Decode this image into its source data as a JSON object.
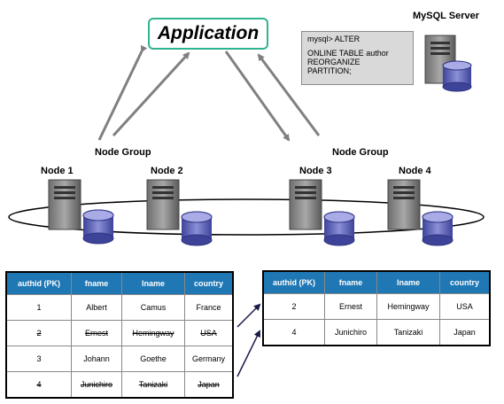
{
  "application_label": "Application",
  "server": {
    "title": "MySQL Server",
    "sql_lines": [
      "mysql> ALTER",
      "ONLINE TABLE author",
      "REORGANIZE",
      "PARTITION;"
    ]
  },
  "node_groups": [
    "Node Group",
    "Node Group"
  ],
  "nodes": [
    "Node 1",
    "Node 2",
    "Node 3",
    "Node 4"
  ],
  "tables": {
    "left": {
      "headers": [
        "authid (PK)",
        "fname",
        "lname",
        "country"
      ],
      "rows": [
        {
          "cells": [
            "1",
            "Albert",
            "Camus",
            "France"
          ],
          "struck": false
        },
        {
          "cells": [
            "2",
            "Ernest",
            "Hemingway",
            "USA"
          ],
          "struck": true
        },
        {
          "cells": [
            "3",
            "Johann",
            "Goethe",
            "Germany"
          ],
          "struck": false
        },
        {
          "cells": [
            "4",
            "Junichiro",
            "Tanizaki",
            "Japan"
          ],
          "struck": true
        }
      ]
    },
    "right": {
      "headers": [
        "authid (PK)",
        "fname",
        "lname",
        "country"
      ],
      "rows": [
        {
          "cells": [
            "2",
            "Ernest",
            "Hemingway",
            "USA"
          ],
          "struck": false
        },
        {
          "cells": [
            "4",
            "Junichiro",
            "Tanizaki",
            "Japan"
          ],
          "struck": false
        }
      ]
    }
  },
  "colors": {
    "app_border": "#2fb391",
    "table_header": "#1f77b4",
    "arrow": "#808080",
    "disk": "#6a6fbf"
  }
}
